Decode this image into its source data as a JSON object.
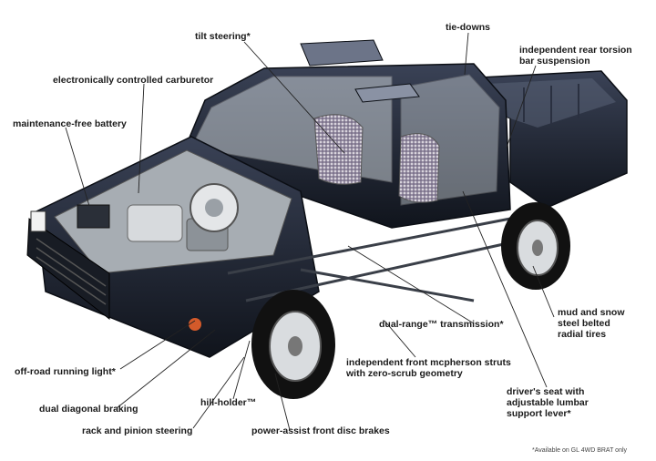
{
  "labels": {
    "tilt_steering": "tilt steering*",
    "tie_downs": "tie-downs",
    "rear_torsion": "independent rear torsion\nbar suspension",
    "carburetor": "electronically controlled carburetor",
    "battery": "maintenance-free battery",
    "mud_snow_tires": "mud and snow\nsteel belted\nradial tires",
    "transmission": "dual-range™ transmission*",
    "mcpherson": "independent front mcpherson struts\nwith zero-scrub geometry",
    "running_light": "off-road running light*",
    "lumbar_seat": "driver's seat with\nadjustable lumbar\nsupport lever*",
    "diagonal_braking": "dual diagonal braking",
    "hill_holder": "hill-holder™",
    "rack_pinion": "rack and pinion steering",
    "disc_brakes": "power-assist front disc brakes"
  },
  "footnote": "*Available on GL 4WD BRAT only",
  "colors": {
    "body": "#1c2230",
    "body_highlight": "#4a5266",
    "glass": "#c9d0d6",
    "engine": "#9aa0a6",
    "leader": "#222222",
    "seat_plaid": "#7a6e86"
  }
}
